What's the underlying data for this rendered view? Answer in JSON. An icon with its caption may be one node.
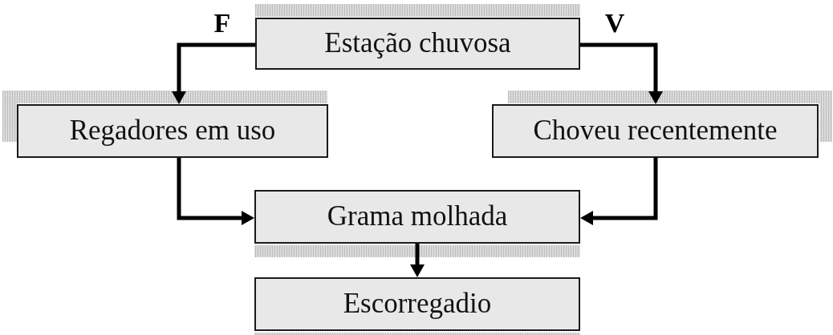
{
  "diagram": {
    "nodes": [
      {
        "text": [
          "Estação chuvosa"
        ]
      },
      {
        "text": [
          "Regadores em uso"
        ]
      },
      {
        "text": [
          "Choveu recentemente"
        ]
      },
      {
        "text": [
          "Grama molhada"
        ]
      },
      {
        "text": [
          "Escorregadio"
        ]
      }
    ],
    "edges": [
      {
        "from": 0,
        "to": 1,
        "arrow": "to",
        "label": "F"
      },
      {
        "from": 0,
        "to": 2,
        "arrow": "to",
        "label": "V"
      },
      {
        "from": 1,
        "to": 3,
        "arrow": "to"
      },
      {
        "from": 2,
        "to": 3,
        "arrow": "to"
      },
      {
        "from": 3,
        "to": 4,
        "arrow": "to"
      }
    ]
  }
}
